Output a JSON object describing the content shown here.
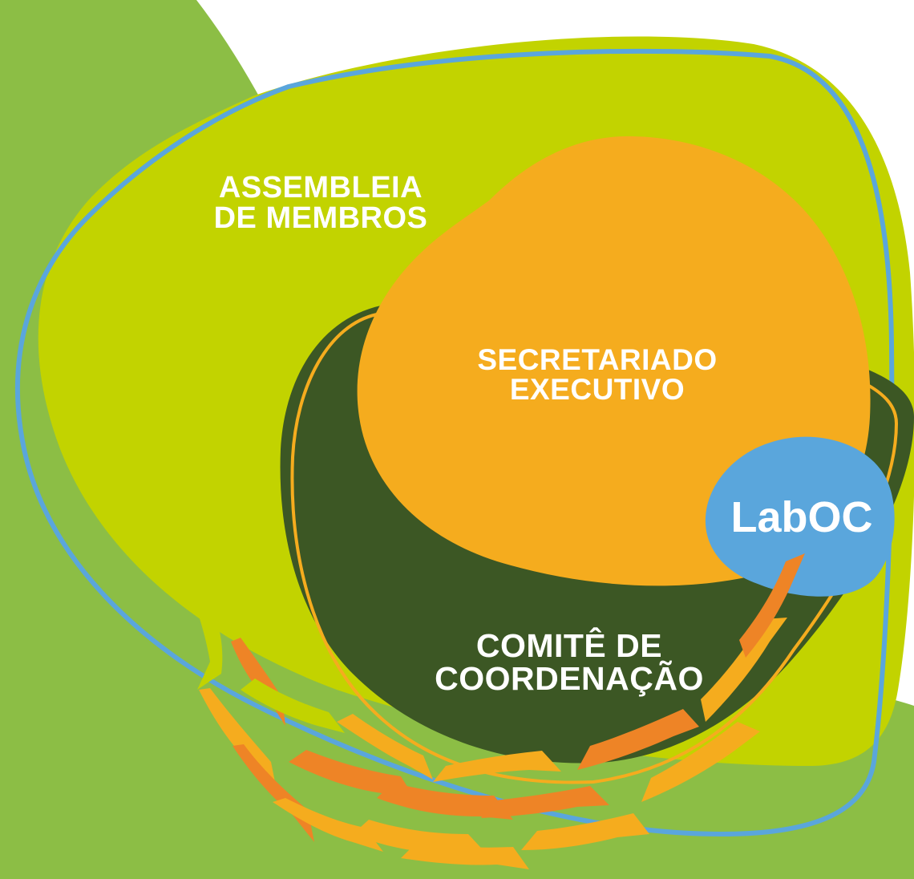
{
  "diagram": {
    "nodes": [
      {
        "id": "assembleia",
        "lines": [
          "ASSEMBLEIA",
          "DE MEMBROS"
        ]
      },
      {
        "id": "secretariado",
        "lines": [
          "SECRETARIADO",
          "EXECUTIVO"
        ]
      },
      {
        "id": "comite",
        "lines": [
          "COMITÊ DE",
          "COORDENAÇÃO"
        ]
      },
      {
        "id": "laboc",
        "lines": [
          "LabOC"
        ]
      }
    ]
  },
  "colors": {
    "background_green": "#8cbe45",
    "lime": "#c2d300",
    "dark_green": "#3c5724",
    "orange": "#f5ac1e",
    "fish_orange": "#ee8426",
    "blue": "#5aa6dc",
    "text": "#ffffff"
  }
}
